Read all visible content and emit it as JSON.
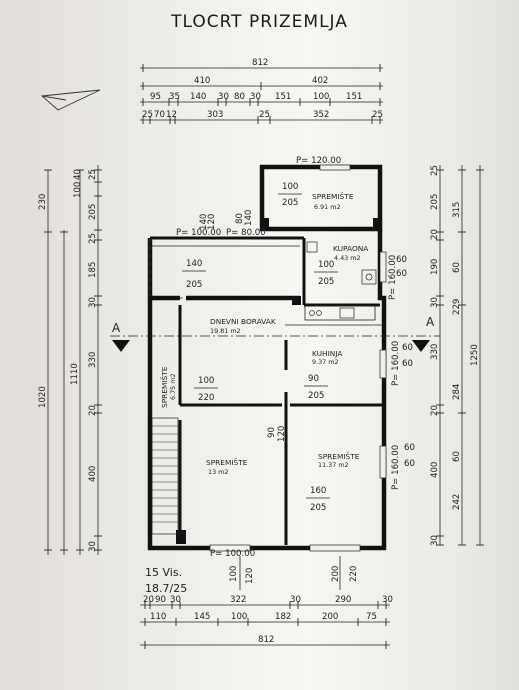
{
  "title": "TLOCRT PRIZEMLJA",
  "top_dims": {
    "row1": [
      "812"
    ],
    "row2": [
      "410",
      "402"
    ],
    "row3": [
      "95",
      "35",
      "140",
      "30",
      "80",
      "30",
      "151",
      "100",
      "151"
    ],
    "row4": [
      "25",
      "70",
      "12",
      "303",
      "25",
      "352",
      "25"
    ]
  },
  "bottom_dims": {
    "row1": [
      "20",
      "90",
      "30",
      "322",
      "30",
      "290",
      "30"
    ],
    "row2": [
      "110",
      "145",
      "100",
      "182",
      "200",
      "75"
    ],
    "row3": [
      "812"
    ]
  },
  "left_dims": {
    "outer": [
      "1020"
    ],
    "upper": "230",
    "middle": [
      "1110"
    ],
    "chain": [
      "40",
      "100",
      "205",
      "25",
      "185",
      "30",
      "330",
      "20",
      "400",
      "30"
    ],
    "chain_top": "25"
  },
  "right_dims": {
    "outer": "1250",
    "mid": [
      "205",
      "315",
      "20",
      "190",
      "60",
      "30",
      "229",
      "330",
      "20",
      "284",
      "60",
      "400",
      "242",
      "30"
    ],
    "top": "25"
  },
  "rooms": [
    {
      "name": "SPREMIŠTE",
      "area": "6.91 m2"
    },
    {
      "name": "KUPAONA",
      "area": "4.43 m2"
    },
    {
      "name": "DNEVNI BORAVAK",
      "area": "19.81 m2"
    },
    {
      "name": "KUHINJA",
      "area": "9.37 m2"
    },
    {
      "name": "SPREMIŠTE",
      "area": "6.75 m2"
    },
    {
      "name": "SPREMIŠTE",
      "area": "13 m2"
    },
    {
      "name": "SPREMIŠTE",
      "area": "11.37 m2"
    }
  ],
  "openings": {
    "p_top": "P= 120.00",
    "p_left": "P= 100.00",
    "p_left2": "P= 80.00",
    "p_kupaona": "P= 160.00",
    "p_kuhinja": "P= 160.00",
    "p_spr": "P= 160.00",
    "p_bottom": "P= 100.00",
    "door_a": [
      "100",
      "205"
    ],
    "door_b": [
      "140",
      "205"
    ],
    "door_c": [
      "100",
      "205"
    ],
    "door_d": [
      "100",
      "220"
    ],
    "door_e": [
      "90",
      "205"
    ],
    "door_f": [
      "160",
      "205"
    ],
    "door_g": [
      "90",
      "120"
    ],
    "v_top": [
      "140",
      "120",
      "80",
      "140"
    ],
    "v_right": [
      "60",
      "60"
    ],
    "v_bottom_l": [
      "100",
      "120"
    ],
    "v_bottom_r": [
      "200",
      "220"
    ]
  },
  "section": {
    "label": "A"
  },
  "notes": {
    "vis": "15 Vis.",
    "ratio": "18.7/25"
  }
}
